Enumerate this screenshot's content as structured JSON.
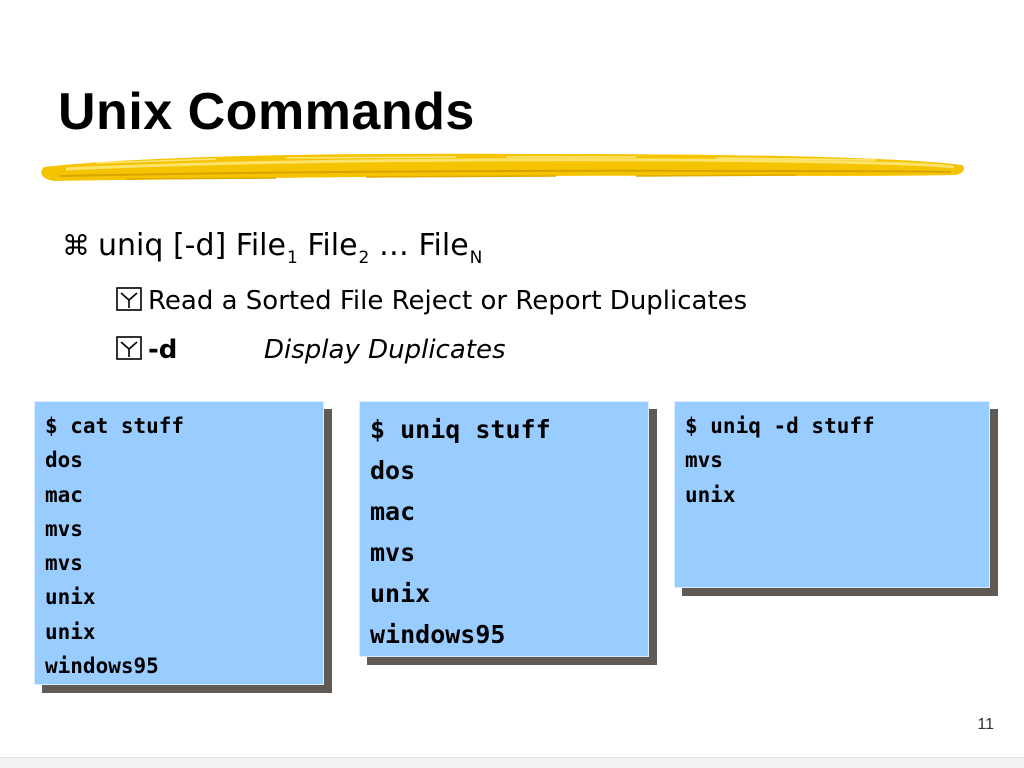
{
  "slide": {
    "title": "Unix Commands",
    "accent_color": "#f5c400",
    "page_number": "11"
  },
  "bullets": {
    "level1": {
      "icon": "command-key-icon",
      "command": "uniq [-d] File",
      "sub1": "1",
      "file2": " File",
      "sub2": "2",
      "ellipsis": " … File",
      "subN": "N"
    },
    "level2": [
      {
        "icon": "checkbox-icon",
        "text": "Read a Sorted File Reject or Report Duplicates"
      },
      {
        "icon": "checkbox-icon",
        "option": "-d",
        "description": "Display Duplicates"
      }
    ]
  },
  "code_boxes": {
    "box_color": "#99ccff",
    "shadow_color": "#5f5a55",
    "cat_stuff": {
      "lines": [
        "$ cat stuff",
        "dos",
        "mac",
        "mvs",
        "mvs",
        "unix",
        "unix",
        "windows95"
      ]
    },
    "uniq_stuff": {
      "lines": [
        "$ uniq stuff",
        "dos",
        "mac",
        "mvs",
        "unix",
        "windows95"
      ]
    },
    "uniq_d_stuff": {
      "lines": [
        "$ uniq -d stuff",
        "mvs",
        "unix"
      ]
    }
  }
}
